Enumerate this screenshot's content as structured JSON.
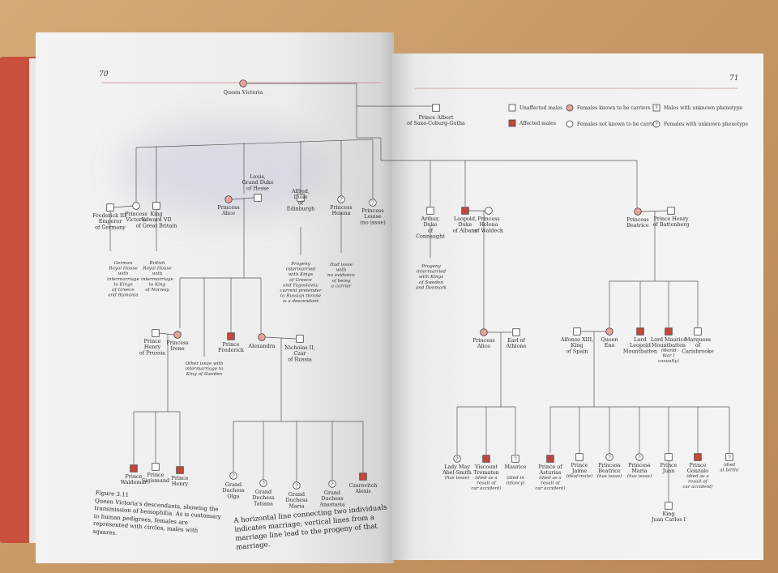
{
  "pages": {
    "left_number": "70",
    "right_number": "71"
  },
  "legend": [
    {
      "key": "unaffected_male",
      "label": "Unaffected males",
      "shape": "square",
      "fill": "#ffffff"
    },
    {
      "key": "affected_male",
      "label": "Affected males",
      "shape": "square",
      "fill": "#c4483a"
    },
    {
      "key": "carrier_female",
      "label": "Females known to be carriers",
      "shape": "circle",
      "fill": "#e7a49a"
    },
    {
      "key": "noncarrier_female",
      "label": "Females not known to be carriers",
      "shape": "circle",
      "fill": "#ffffff"
    },
    {
      "key": "unknown_male",
      "label": "Males with unknown phenotype",
      "shape": "square-q",
      "fill": "#ffffff"
    },
    {
      "key": "unknown_female",
      "label": "Females with unknown phenotype",
      "shape": "circle-q",
      "fill": "#ffffff"
    }
  ],
  "people": {
    "victoria": {
      "name": "Queen Victoria",
      "type": "carrier_female"
    },
    "albert": {
      "name": "Prince Albert\nof Saxe-Coburg-Gotha",
      "type": "unaffected_male"
    },
    "fred3": {
      "name": "Frederick III,\nEmperor\nof Germany",
      "type": "unaffected_male"
    },
    "pvictoria": {
      "name": "Princess\nVictoria",
      "type": "noncarrier_female"
    },
    "edward7": {
      "name": "King\nEdward VII\nof Great Britain",
      "type": "unaffected_male"
    },
    "alice": {
      "name": "Princess\nAlice",
      "type": "carrier_female"
    },
    "louis": {
      "name": "Louis,\nGrand Duke\nof Hesse",
      "type": "unaffected_male"
    },
    "alfred": {
      "name": "Alfred,\nDuke\nof\nEdinburgh",
      "type": "unaffected_male"
    },
    "helena": {
      "name": "Princess\nHelena",
      "type": "unknown_female"
    },
    "louise": {
      "name": "Princess\nLouise\n(no issue)",
      "type": "unknown_female"
    },
    "arthur": {
      "name": "Arthur,\nDuke\nof\nConnaught",
      "type": "unaffected_male"
    },
    "leopold": {
      "name": "Leopold,\nDuke\nof Albany",
      "type": "affected_male"
    },
    "helenaw": {
      "name": "Princess\nHelena\nof Waldeck",
      "type": "noncarrier_female"
    },
    "beatrice": {
      "name": "Princess\nBeatrice",
      "type": "carrier_female"
    },
    "henryb": {
      "name": "Prince Henry\nof Battenberg",
      "type": "unaffected_male"
    },
    "henryp": {
      "name": "Prince\nHenry\nof Prussia",
      "type": "unaffected_male"
    },
    "irene": {
      "name": "Princess\nIrene",
      "type": "carrier_female"
    },
    "frederick": {
      "name": "Prince\nFrederick",
      "type": "affected_male"
    },
    "alexandra": {
      "name": "Alexandra",
      "type": "carrier_female"
    },
    "nicholas": {
      "name": "Nicholas II,\nCzar\nof Russia",
      "type": "unaffected_male"
    },
    "palice": {
      "name": "Princess\nAlice",
      "type": "carrier_female"
    },
    "athlone": {
      "name": "Earl of\nAthlone",
      "type": "unaffected_male"
    },
    "alfonso": {
      "name": "Alfonso XIII,\nKing\nof Spain",
      "type": "unaffected_male"
    },
    "ena": {
      "name": "Queen\nEna",
      "type": "carrier_female"
    },
    "leopoldm": {
      "name": "Lord\nLeopold\nMountbatten",
      "type": "affected_male"
    },
    "mauricem": {
      "name": "Lord Maurice\nMountbatten",
      "type": "affected_male"
    },
    "carisbrooke": {
      "name": "Marquess\nof\nCarisbrooke",
      "type": "unaffected_male"
    },
    "waldemar": {
      "name": "Prince\nWaldemar",
      "type": "affected_male"
    },
    "sigismund": {
      "name": "Prince\nSigismund",
      "type": "unaffected_male"
    },
    "phenry": {
      "name": "Prince\nHenry",
      "type": "affected_male"
    },
    "olga": {
      "name": "Grand\nDuchess\nOlga",
      "type": "unknown_female"
    },
    "tatiana": {
      "name": "Grand\nDuchess\nTatiana",
      "type": "unknown_female"
    },
    "maria": {
      "name": "Grand\nDuchess\nMaria",
      "type": "unknown_female"
    },
    "anastasia": {
      "name": "Grand\nDuchess\nAnastasia",
      "type": "unknown_female"
    },
    "alexis": {
      "name": "Czarevitch\nAlexis",
      "type": "affected_male"
    },
    "lady_may": {
      "name": "Lady May\nAbel-Smith",
      "type": "unknown_female"
    },
    "trematon": {
      "name": "Viscount\nTrematon",
      "type": "affected_male"
    },
    "maurice": {
      "name": "Maurice",
      "type": "unknown_male"
    },
    "asturias": {
      "name": "Prince of\nAsturias",
      "type": "affected_male"
    },
    "jaime": {
      "name": "Prince\nJaime",
      "type": "unaffected_male"
    },
    "pbeatrice": {
      "name": "Princess\nBeatrice",
      "type": "unknown_female"
    },
    "pmaria": {
      "name": "Princess\nMaria",
      "type": "unknown_female"
    },
    "juan": {
      "name": "Prince\nJuan",
      "type": "unaffected_male"
    },
    "gonzalo": {
      "name": "Prince\nGonzalo",
      "type": "affected_male"
    },
    "died_birth": {
      "name": "",
      "type": "unknown_male"
    },
    "juancarlos": {
      "name": "King\nJuan Carlos I",
      "type": "unaffected_male"
    }
  },
  "notes": {
    "fred3_note": "German\nRoyal House\nwith\nintermarriage\nto Kings\nof Greece\nand Rumania",
    "edward_note": "British\nRoyal House\nwith\nintermarriage\nto King\nof Norway",
    "alfred_note": "Progeny\nintermarried\nwith Kings\nof Greece\nand Yugoslavia;\ncurrent pretender\nto Russian throne\nis a descendant",
    "helena_note": "Had issue\nwith\nno evidence\nof being\na carrier",
    "arthur_note": "Progeny\nintermarried\nwith Kings\nof Sweden\nand Denmark",
    "other_issue": "Other issue with\nintermarriage to\nKing of Sweden",
    "mauricem_note": "(World\nWar I\ncasualty)",
    "lady_may_note": "(has issue)",
    "trematon_note": "(died as a\nresult of\ncar accident)",
    "maurice_note": "(died in\ninfancy)",
    "asturias_note": "(died as a\nresult of\ncar accident)",
    "jaime_note": "(deaf-mute)",
    "pbeatrice_note": "(has issue)",
    "pmaria_note": "(has issue)",
    "gonzalo_note": "(died as a\nresult of\ncar accident)",
    "died_birth_note": "(died\nat birth)"
  },
  "caption": {
    "figure": "Figure 3.11",
    "text": "Queen Victoria's descendants, showing the transmission of hemophilia. As is customary in human pedigrees, females are represented with circles, males with squares.",
    "extra": "A horizontal line connecting two individuals indicates marriage; vertical lines from a marriage line lead to the progeny of that marriage."
  }
}
